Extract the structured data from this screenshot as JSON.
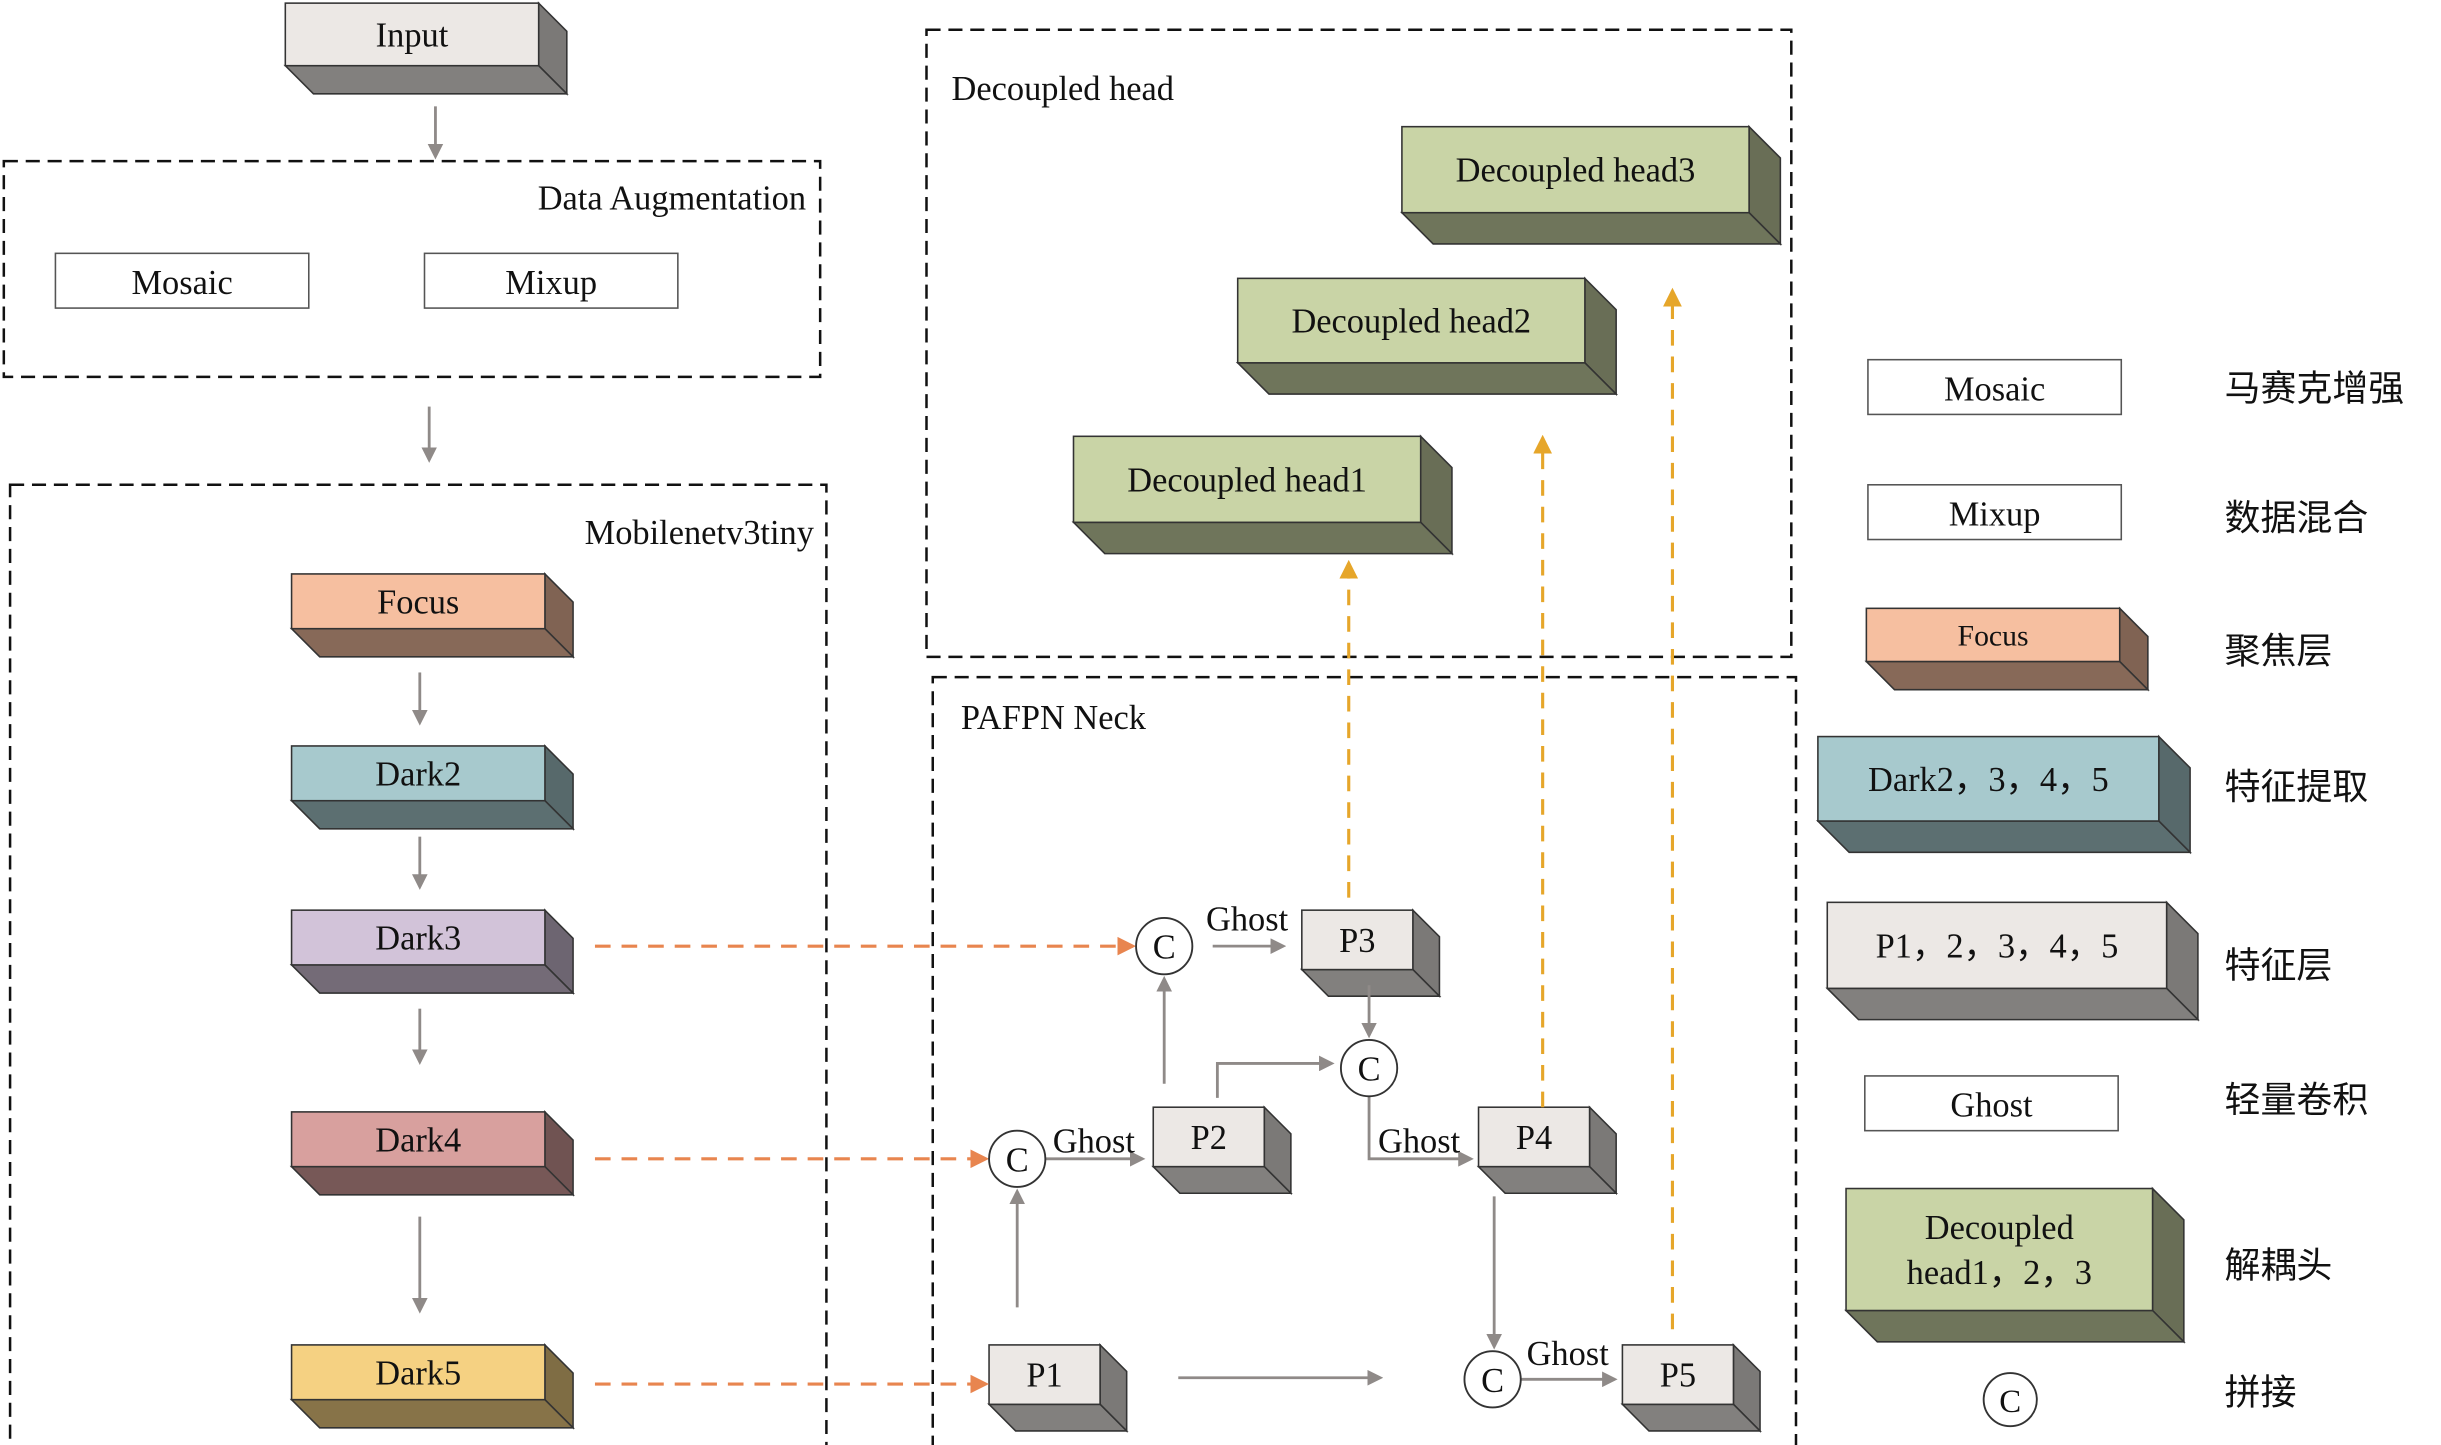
{
  "input": {
    "label": "Input"
  },
  "data_augmentation": {
    "title": "Data Augmentation",
    "items": [
      "Mosaic",
      "Mixup"
    ]
  },
  "backbone": {
    "title": "Mobilenetv3tiny",
    "blocks": [
      "Focus",
      "Dark2",
      "Dark3",
      "Dark4",
      "Dark5"
    ]
  },
  "head": {
    "title": "Decoupled head",
    "blocks": [
      "Decoupled head1",
      "Decoupled head2",
      "Decoupled head3"
    ]
  },
  "neck": {
    "title": "PAFPN Neck",
    "features": [
      "P1",
      "P2",
      "P3",
      "P4",
      "P5"
    ],
    "concat_symbol": "C",
    "ghost_label": "Ghost"
  },
  "legend": [
    {
      "symbol": "Mosaic",
      "meaning": "马赛克增强"
    },
    {
      "symbol": "Mixup",
      "meaning": "数据混合"
    },
    {
      "symbol": "Focus",
      "meaning": "聚焦层"
    },
    {
      "symbol": "Dark2，3，4，5",
      "meaning": "特征提取"
    },
    {
      "symbol": "P1，2，3，4，5",
      "meaning": "特征层"
    },
    {
      "symbol": "Ghost",
      "meaning": "轻量卷积"
    },
    {
      "symbol_line1": "Decoupled",
      "symbol_line2": "head1，2，3",
      "meaning": "解耦头"
    },
    {
      "symbol": "C",
      "meaning": "拼接"
    }
  ],
  "colors": {
    "input": "#ece8e5",
    "focus": "#f6bfa0",
    "dark2": "#a7c9cd",
    "dark3": "#d2c3d9",
    "dark4": "#d8a09e",
    "dark5": "#f5d182",
    "feature": "#ece8e5",
    "head": "#c9d4a6",
    "backbone_link": "#e8854f",
    "head_link": "#e6a62a",
    "flow": "#8f8a88"
  }
}
